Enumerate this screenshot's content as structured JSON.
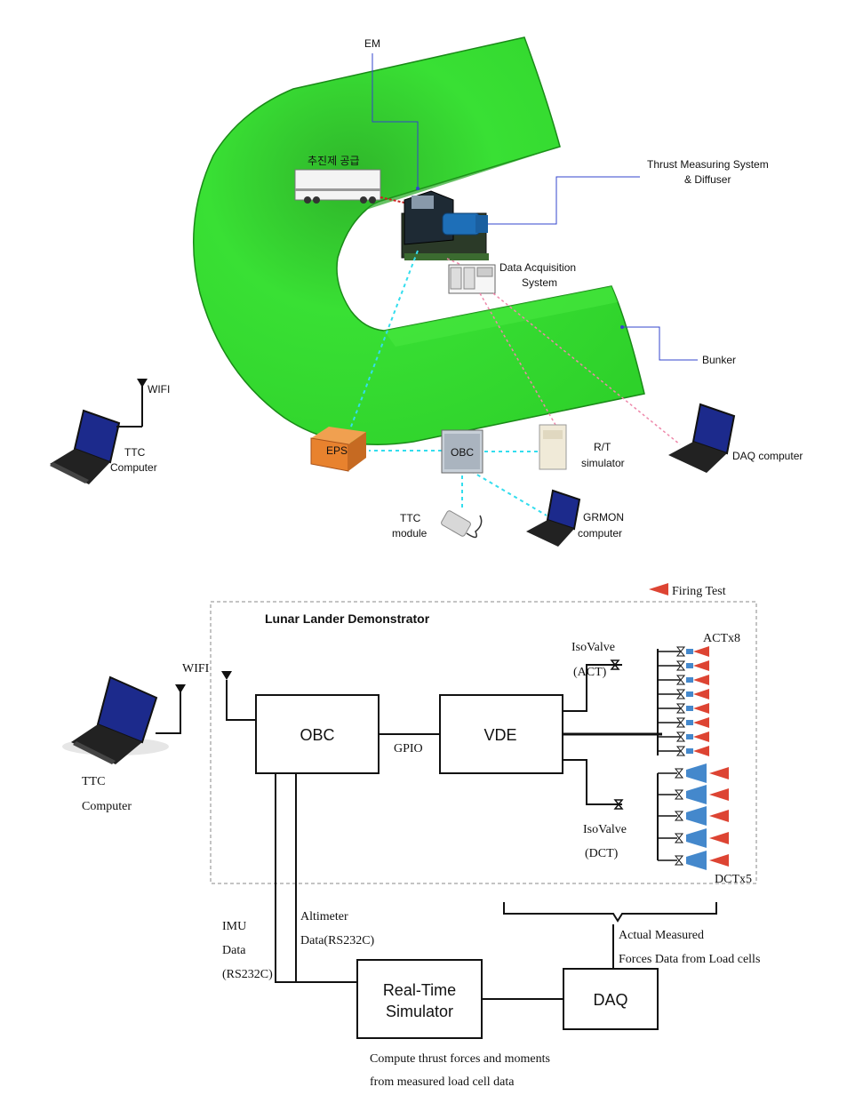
{
  "top": {
    "em_label": "EM",
    "propellant_label": "추진제 공급",
    "thrust_label_1": "Thrust Measuring System",
    "thrust_label_2": "& Diffuser",
    "daq_sys_label_1": "Data Acquisition",
    "daq_sys_label_2": "System",
    "bunker_label": "Bunker",
    "wifi_label": "WIFI",
    "ttc_computer_1": "TTC",
    "ttc_computer_2": "Computer",
    "eps_label": "EPS",
    "obc_label": "OBC",
    "rt_sim_1": "R/T",
    "rt_sim_2": "simulator",
    "daq_computer_label": "DAQ computer",
    "ttc_module_1": "TTC",
    "ttc_module_2": "module",
    "grmon_1": "GRMON",
    "grmon_2": "computer"
  },
  "bottom": {
    "firing_test": "Firing Test",
    "demonstrator_title": "Lunar Lander Demonstrator",
    "wifi_label": "WIFI",
    "obc": "OBC",
    "gpio": "GPIO",
    "vde": "VDE",
    "isovalve_act_1": "IsoValve",
    "isovalve_act_2": "(ACT)",
    "actx8": "ACTx8",
    "isovalve_dct_1": "IsoValve",
    "isovalve_dct_2": "(DCT)",
    "dctx5": "DCTx5",
    "ttc_1": "TTC",
    "ttc_2": "Computer",
    "imu_1": "IMU",
    "imu_2": "Data",
    "imu_3": "(RS232C)",
    "alt_1": "Altimeter",
    "alt_2": "Data(RS232C)",
    "actual_1": "Actual Measured",
    "actual_2": "Forces Data from Load cells",
    "rts_1": "Real-Time",
    "rts_2": "Simulator",
    "daq": "DAQ",
    "compute_1": "Compute thrust forces and moments",
    "compute_2": "from measured load cell data"
  },
  "colors": {
    "bunker_green": "#33dd2a",
    "cyan_link": "#33ddee",
    "pink_link": "#ee88aa",
    "label_line": "#3344cc",
    "act_red": "#dd4433",
    "dct_blue": "#4488cc",
    "eps_orange": "#e8822e"
  }
}
